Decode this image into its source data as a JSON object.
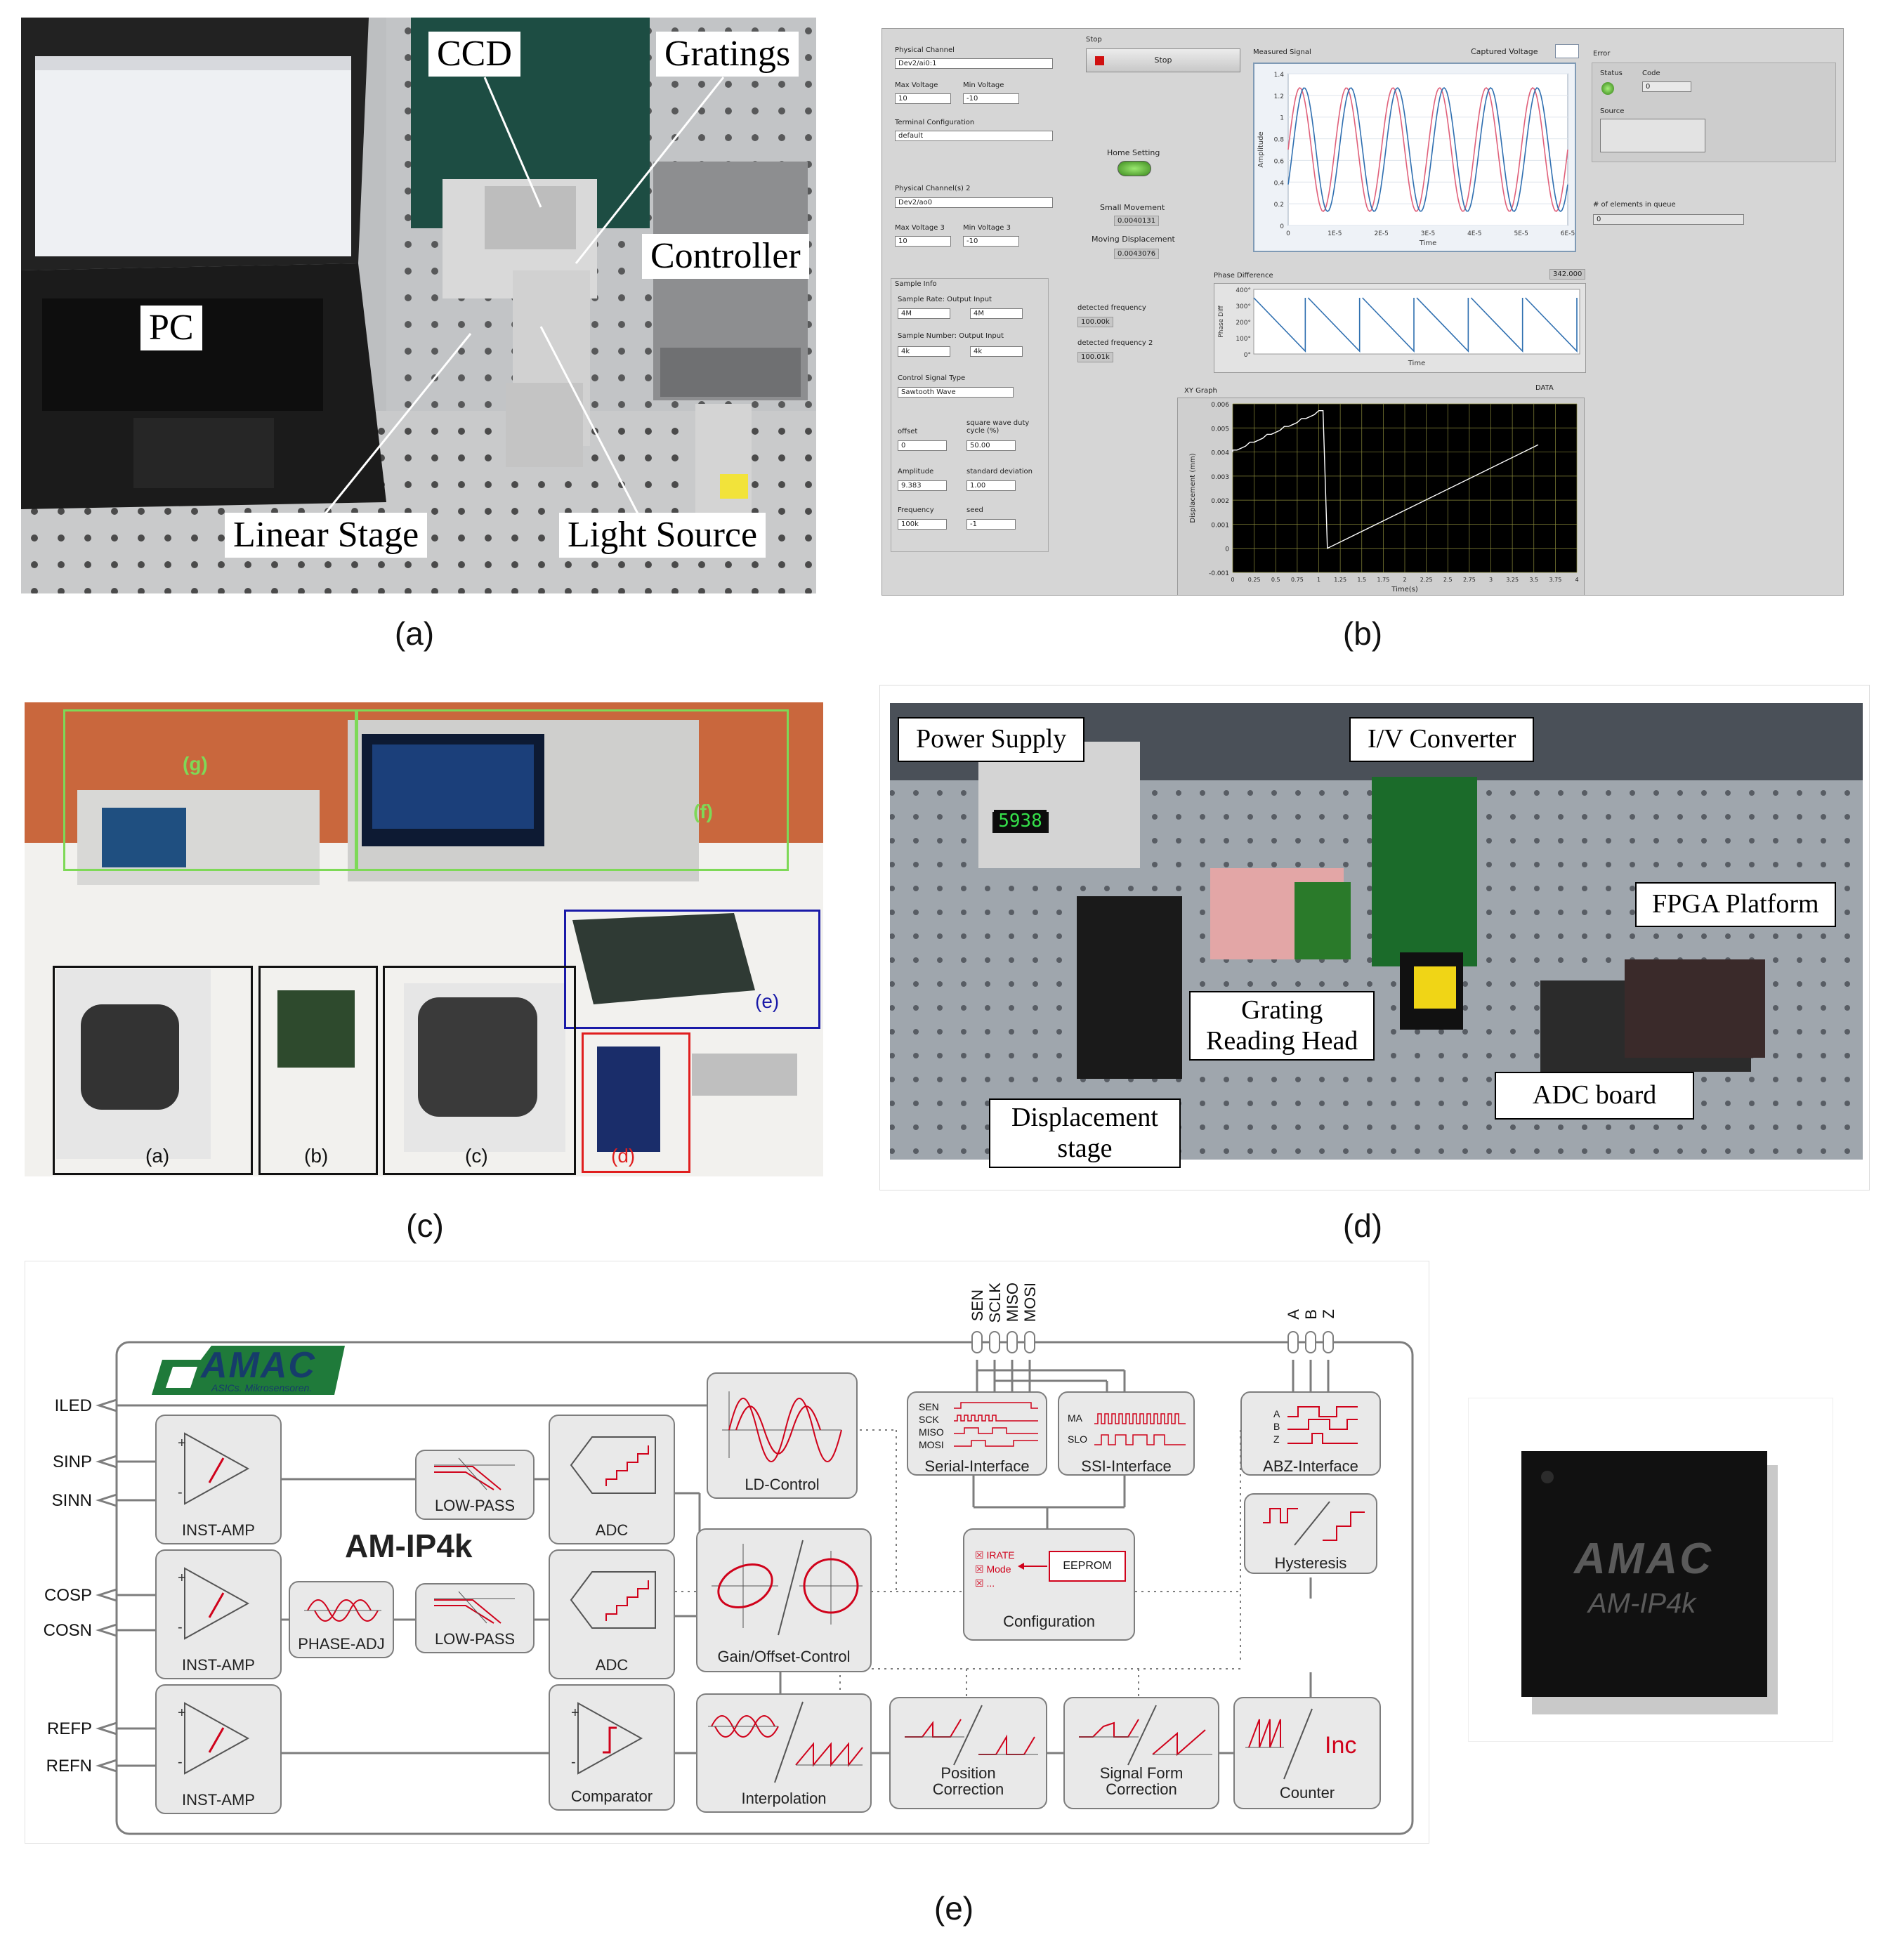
{
  "captions": {
    "a": "(a)",
    "b": "(b)",
    "c": "(c)",
    "d": "(d)",
    "e": "(e)"
  },
  "panel_a": {
    "labels": {
      "ccd": "CCD",
      "gratings": "Gratings",
      "controller": "Controller",
      "pc": "PC",
      "linear_stage": "Linear Stage",
      "light_source": "Light Source"
    }
  },
  "panel_b": {
    "physical_channel": {
      "label": "Physical Channel",
      "value": "Dev2/ai0:1"
    },
    "max_voltage": {
      "label": "Max Voltage",
      "value": "10"
    },
    "min_voltage": {
      "label": "Min Voltage",
      "value": "-10"
    },
    "terminal_config": {
      "label": "Terminal Configuration",
      "value": "default"
    },
    "physical_channel_2": {
      "label": "Physical Channel(s) 2",
      "value": "Dev2/ao0"
    },
    "max_voltage_3": {
      "label": "Max Voltage 3",
      "value": "10"
    },
    "min_voltage_3": {
      "label": "Min Voltage 3",
      "value": "-10"
    },
    "stop": {
      "label": "Stop",
      "button": "Stop"
    },
    "home_setting": "Home Setting",
    "small_movement": {
      "label": "Small Movement",
      "value": "0.0040131"
    },
    "moving_displacement": {
      "label": "Moving Displacement",
      "value": "0.0043076"
    },
    "measured_signal": "Measured Signal",
    "captured_voltage": "Captured Voltage",
    "amplitude_axis": "Amplitude",
    "time_axis": "Time",
    "measured_y_ticks": [
      "1.4",
      "1.2",
      "1",
      "0.8",
      "0.6",
      "0.4",
      "0.2",
      "0"
    ],
    "measured_x_ticks": [
      "0",
      "1E-5",
      "2E-5",
      "3E-5",
      "4E-5",
      "5E-5",
      "6E-5"
    ],
    "error": {
      "label": "Error",
      "status": "Status",
      "code": "Code",
      "code_value": "0",
      "source": "Source"
    },
    "elements_in_queue": {
      "label": "# of elements in queue",
      "value": "0"
    },
    "sample_info": {
      "label": "Sample Info",
      "sample_rate": "Sample Rate: Output  Input",
      "rate_out": "4M",
      "rate_in": "4M",
      "sample_number": "Sample Number: Output  Input",
      "num_out": "4k",
      "num_in": "4k"
    },
    "detected_frequency": {
      "label": "detected frequency",
      "value": "100.00k"
    },
    "detected_frequency_2": {
      "label": "detected frequency 2",
      "value": "100.01k"
    },
    "control_signal_type": {
      "label": "Control Signal Type",
      "value": "Sawtooth Wave"
    },
    "offset": {
      "label": "offset",
      "value": "0"
    },
    "duty_cycle": {
      "label": "square wave duty cycle (%)",
      "value": "50.00"
    },
    "amplitude": {
      "label": "Amplitude",
      "value": "9.383"
    },
    "std_dev": {
      "label": "standard deviation",
      "value": "1.00"
    },
    "frequency": {
      "label": "Frequency",
      "value": "100k"
    },
    "seed": {
      "label": "seed",
      "value": "-1"
    },
    "phase_difference": {
      "label": "Phase Difference",
      "value": "342.000",
      "y_label": "Phase Diff",
      "y_ticks": [
        "400°",
        "300°",
        "200°",
        "100°",
        "0°"
      ],
      "x_label": "Time"
    },
    "xy_graph": {
      "label": "XY Graph",
      "data_label": "DATA",
      "y_label": "Displacement  (mm)",
      "x_label": "Time(s)",
      "y_ticks": [
        "0.006",
        "0.005",
        "0.004",
        "0.003",
        "0.002",
        "0.001",
        "0",
        "-0.001"
      ],
      "x_ticks": [
        "0",
        "0.25",
        "0.5",
        "0.75",
        "1",
        "1.25",
        "1.5",
        "1.75",
        "2",
        "2.25",
        "2.5",
        "2.75",
        "3",
        "3.25",
        "3.5",
        "3.75",
        "4"
      ]
    }
  },
  "panel_c": {
    "labels": {
      "a": "(a)",
      "b": "(b)",
      "c": "(c)",
      "d": "(d)",
      "e": "(e)",
      "f": "(f)",
      "g": "(g)"
    },
    "colors": {
      "g": "#7ed957",
      "f": "#7ed957",
      "e": "#1a1aa8",
      "d": "#e01e1e",
      "abc": "#111111"
    }
  },
  "panel_d": {
    "labels": {
      "power_supply": "Power Supply",
      "iv_converter": "I/V Converter",
      "fpga": "FPGA Platform",
      "grating_head": "Grating\nReading Head",
      "adc_board": "ADC board",
      "displacement_stage": "Displacement\nstage"
    },
    "display_reading": "5938"
  },
  "panel_e": {
    "logo": "AMAC",
    "logo_sub": "ASICs. Mikrosensoren.",
    "chip_name": "AM-IP4k",
    "left_pins": [
      "ILED",
      "SINP",
      "SINN",
      "COSP",
      "COSN",
      "REFP",
      "REFN"
    ],
    "top_pins_serial": [
      "SEN",
      "SCLK",
      "MISO",
      "MOSI"
    ],
    "top_pins_abz": [
      "A",
      "B",
      "Z"
    ],
    "blocks": {
      "inst_amp": "INST-AMP",
      "low_pass": "LOW-PASS",
      "phase_adj": "PHASE-ADJ",
      "adc": "ADC",
      "comparator": "Comparator",
      "ld_control": "LD-Control",
      "gain_offset": "Gain/Offset-Control",
      "interpolation": "Interpolation",
      "serial_if": "Serial-Interface",
      "ssi_if": "SSI-Interface",
      "abz_if": "ABZ-Interface",
      "hysteresis": "Hysteresis",
      "configuration": "Configuration",
      "eeprom": "EEPROM",
      "position_correction": "Position\nCorrection",
      "signal_form_correction": "Signal Form\nCorrection",
      "counter": "Counter",
      "inc": "Inc"
    },
    "serial_signals": [
      "SEN",
      "SCK",
      "MISO",
      "MOSI"
    ],
    "ssi_signals": [
      "MA",
      "SLO"
    ],
    "abz_signals": [
      "A",
      "B",
      "Z"
    ],
    "config_items": [
      "IRATE",
      "Mode",
      "..."
    ],
    "chip_photo": {
      "logo": "AMAC",
      "name": "AM-IP4k"
    }
  }
}
